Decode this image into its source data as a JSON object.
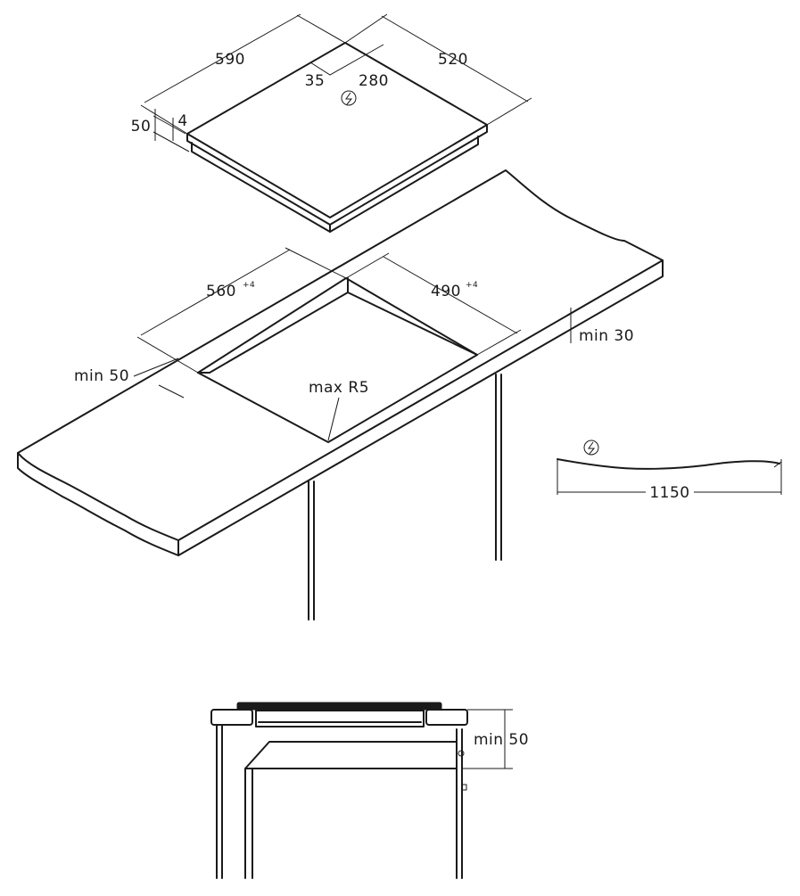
{
  "hob": {
    "width": "590",
    "depth": "520",
    "conn_offset_a": "35",
    "conn_offset_b": "280",
    "height": "50",
    "glass_thickness": "4"
  },
  "cutout": {
    "width": "560",
    "width_tol": "+4",
    "depth": "490",
    "depth_tol": "+4",
    "radius": "max R5",
    "front_clearance": "min 50",
    "rear_clearance": "min 30"
  },
  "cable": {
    "length": "1150"
  },
  "section": {
    "clearance": "min 50"
  },
  "icons": {
    "power": "power-plug-icon"
  }
}
